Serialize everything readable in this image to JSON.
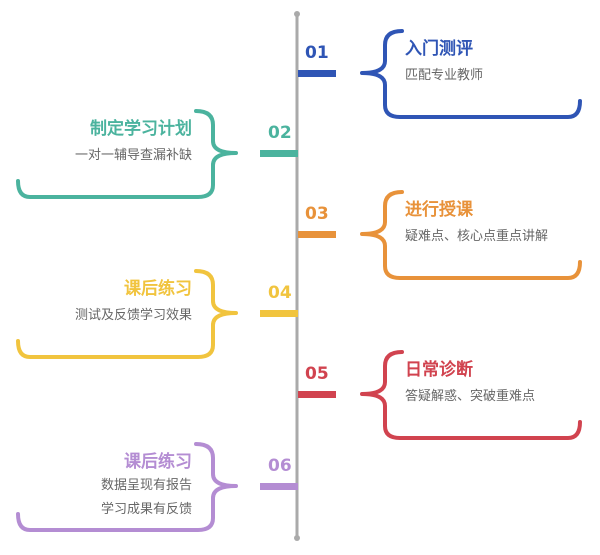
{
  "steps": [
    {
      "number": "01",
      "title": "入门测评",
      "subtitle": [
        "匹配专业教师"
      ],
      "color": "#2f55b5",
      "side": "right"
    },
    {
      "number": "02",
      "title": "制定学习计划",
      "subtitle": [
        "一对一辅导查漏补缺"
      ],
      "color": "#4bb39e",
      "side": "left"
    },
    {
      "number": "03",
      "title": "进行授课",
      "subtitle": [
        "疑难点、核心点重点讲解"
      ],
      "color": "#e8923a",
      "side": "right"
    },
    {
      "number": "04",
      "title": "课后练习",
      "subtitle": [
        "测试及反馈学习效果"
      ],
      "color": "#f1c43e",
      "side": "left"
    },
    {
      "number": "05",
      "title": "日常诊断",
      "subtitle": [
        "答疑解惑、突破重难点"
      ],
      "color": "#d1434f",
      "side": "right"
    },
    {
      "number": "06",
      "title": "课后练习",
      "subtitle": [
        "数据呈现有报告",
        "学习成果有反馈"
      ],
      "color": "#b48dd3",
      "side": "left"
    }
  ],
  "line_color": "#aaaaaa"
}
